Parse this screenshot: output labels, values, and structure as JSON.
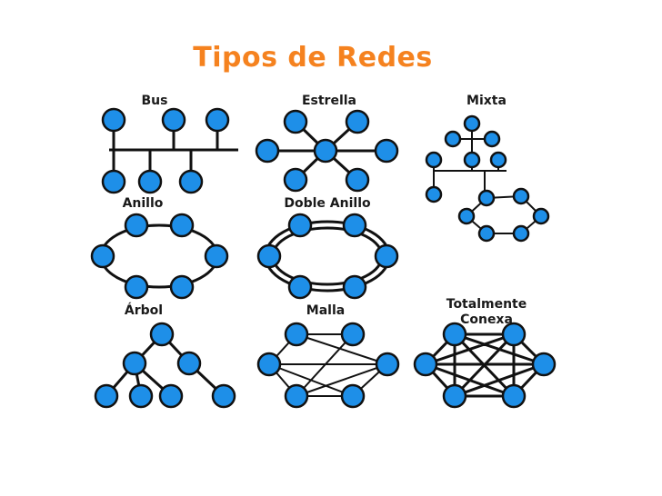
{
  "slide": {
    "title": "Tipos de Redes"
  },
  "topologies": [
    {
      "id": "bus",
      "label": "Bus"
    },
    {
      "id": "estrella",
      "label": "Estrella"
    },
    {
      "id": "mixta",
      "label": "Mixta"
    },
    {
      "id": "anillo",
      "label": "Anillo"
    },
    {
      "id": "doble-anillo",
      "label": "Doble Anillo"
    },
    {
      "id": "arbol",
      "label": "Árbol"
    },
    {
      "id": "malla",
      "label": "Malla"
    },
    {
      "id": "totalmente-conexa",
      "label_line1": "Totalmente",
      "label_line2": "Conexa"
    }
  ],
  "colors": {
    "title": "#f5821f",
    "node": "#1e8fe8",
    "line": "#111111"
  }
}
